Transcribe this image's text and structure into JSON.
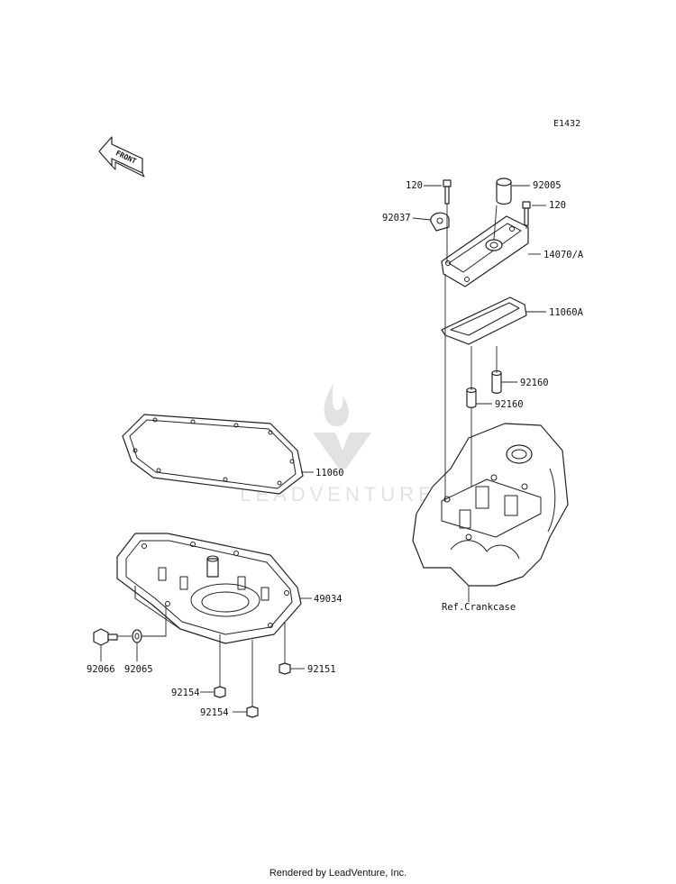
{
  "diagram": {
    "code": "E1432",
    "front_label": "FRONT",
    "reference_label": "Ref.Crankcase",
    "watermark": "LEADVENTURE",
    "parts": [
      {
        "id": "p120a",
        "number": "120"
      },
      {
        "id": "p92005",
        "number": "92005"
      },
      {
        "id": "p120b",
        "number": "120"
      },
      {
        "id": "p92037",
        "number": "92037"
      },
      {
        "id": "p14070a",
        "number": "14070/A"
      },
      {
        "id": "p11060a",
        "number": "11060A"
      },
      {
        "id": "p92160a",
        "number": "92160"
      },
      {
        "id": "p92160b",
        "number": "92160"
      },
      {
        "id": "p11060",
        "number": "11060"
      },
      {
        "id": "p49034",
        "number": "49034"
      },
      {
        "id": "p92066",
        "number": "92066"
      },
      {
        "id": "p92065",
        "number": "92065"
      },
      {
        "id": "p92151",
        "number": "92151"
      },
      {
        "id": "p92154a",
        "number": "92154"
      },
      {
        "id": "p92154b",
        "number": "92154"
      }
    ]
  },
  "footer": "Rendered by LeadVenture, Inc."
}
